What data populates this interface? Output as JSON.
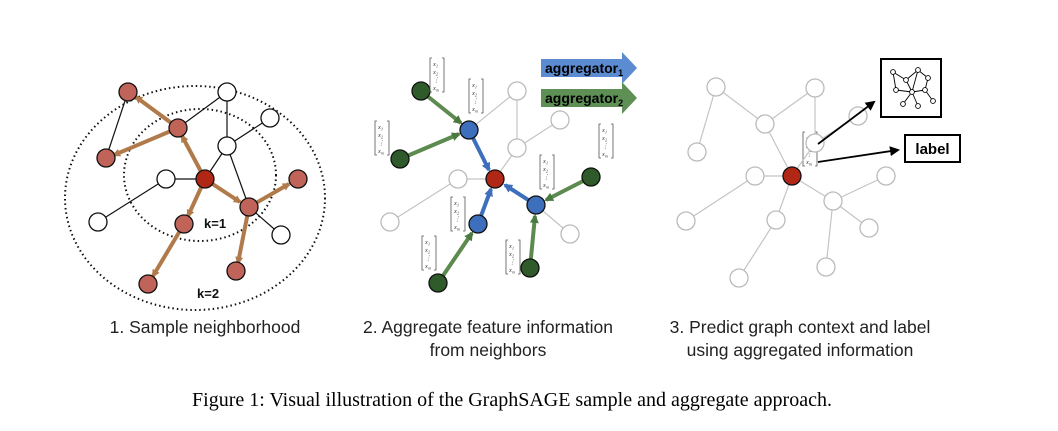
{
  "panels": [
    {
      "caption_lines": [
        "1. Sample neighborhood"
      ]
    },
    {
      "caption_lines": [
        "2. Aggregate feature information",
        "from neighbors"
      ]
    },
    {
      "caption_lines": [
        "3. Predict graph context and label",
        "using aggregated information"
      ]
    }
  ],
  "panel1": {
    "k1_label": "k=1",
    "k2_label": "k=2"
  },
  "panel2": {
    "aggregator1_base": "aggregator",
    "aggregator1_sub": "1",
    "aggregator2_base": "aggregator",
    "aggregator2_sub": "2",
    "vector_entries": [
      "x",
      "x",
      "⋮",
      "x"
    ],
    "vector_subs": [
      "1",
      "2",
      "",
      "m"
    ]
  },
  "panel3": {
    "label_box": "label"
  },
  "figure_caption": "Figure 1: Visual illustration of the GraphSAGE sample and aggregate approach.",
  "colors": {
    "red_node": "#b02716",
    "sampled_node": "#c0645a",
    "dark_green_node": "#2f5a2a",
    "blue_node": "#3d6fbd",
    "orange_edge": "#b07a4a",
    "green_edge": "#5d8a4e",
    "blue_edge": "#3d6fbd",
    "gray": "#b8b8b8",
    "aggregator1": "#5b8bd0",
    "aggregator2": "#5e8f55"
  }
}
